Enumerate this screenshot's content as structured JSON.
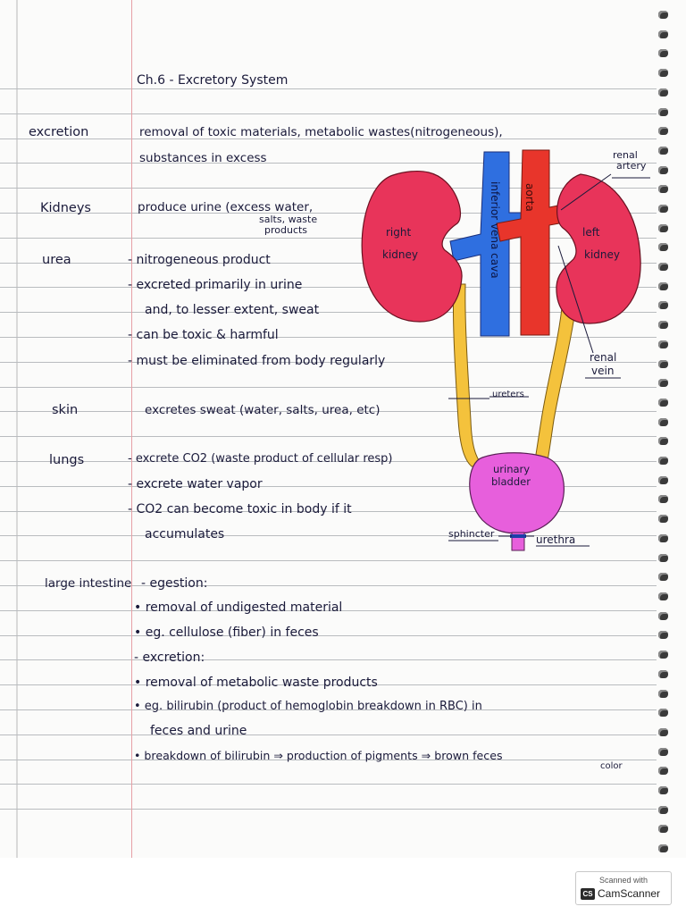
{
  "title": "Ch.6 - Excretory System",
  "notes": {
    "excretion": {
      "term": "excretion",
      "line1": "removal of toxic materials, metabolic wastes(nitrogeneous),",
      "line2": "substances in excess"
    },
    "kidneys": {
      "term": "Kidneys",
      "line1": "produce urine (excess water,",
      "line2": "salts, waste",
      "line3": "products"
    },
    "urea": {
      "term": "urea",
      "items": [
        "- nitrogeneous product",
        "- excreted primarily in urine",
        "and, to lesser extent, sweat",
        "- can be toxic & harmful",
        "- must be eliminated from body regularly"
      ]
    },
    "skin": {
      "term": "skin",
      "line1": "excretes sweat (water, salts, urea, etc)"
    },
    "lungs": {
      "term": "lungs",
      "items": [
        "- excrete CO2 (waste product of cellular resp)",
        "- excrete water vapor",
        "- CO2 can become toxic in body if it",
        "accumulates"
      ]
    },
    "large_intestine": {
      "term": "large intestine",
      "items": [
        "- egestion:",
        "• removal of undigested material",
        "• eg. cellulose (fiber) in feces",
        "- excretion:",
        "• removal of metabolic waste products",
        "• eg. bilirubin (product of hemoglobin breakdown in RBC) in",
        "feces and urine",
        "• breakdown of bilirubin ⇒ production of pigments ⇒ brown feces"
      ],
      "color_note": "color"
    }
  },
  "diagram": {
    "labels": {
      "renal_artery_1": "renal",
      "renal_artery_2": "artery",
      "aorta": "aorta",
      "inferior_vena_cava": "inferior vena cava",
      "right_kidney_1": "right",
      "right_kidney_2": "kidney",
      "left_kidney_1": "left",
      "left_kidney_2": "kidney",
      "renal_vein_1": "renal",
      "renal_vein_2": "vein",
      "ureters": "ureters",
      "urinary_bladder_1": "urinary",
      "urinary_bladder_2": "bladder",
      "sphincter": "sphincter",
      "urethra": "urethra"
    },
    "colors": {
      "kidney": "#e8345a",
      "aorta": "#e8352b",
      "vena_cava": "#2f6fe0",
      "ureter": "#f4c23c",
      "bladder": "#e75fdc",
      "urethra": "#e75fdc"
    }
  },
  "watermark": {
    "top": "Scanned with",
    "name": "CamScanner",
    "logo": "CS"
  }
}
